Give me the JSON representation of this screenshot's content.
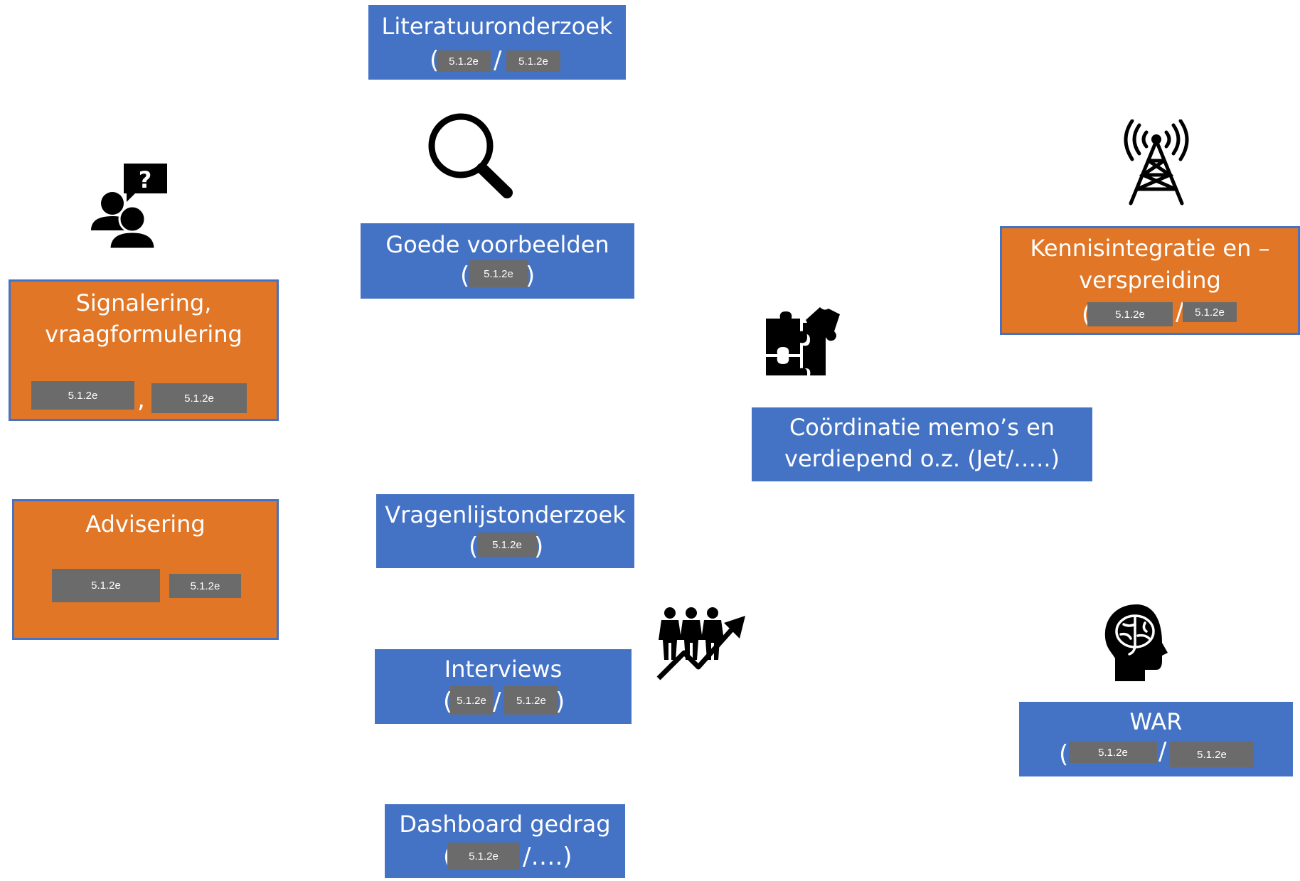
{
  "redaction": "5.1.2e",
  "boxes": {
    "literatuur": {
      "title": "Literatuuronderzoek",
      "open": "(",
      "sep": "/"
    },
    "goede": {
      "title": "Goede voorbeelden",
      "open": "(",
      "close": ")"
    },
    "signalering": {
      "line1": "Signalering,",
      "line2": "vraagformulering",
      "sep": ","
    },
    "advisering": {
      "title": "Advisering"
    },
    "kennis": {
      "line1": "Kennisintegratie en –",
      "line2": "verspreiding",
      "open": "(",
      "sep": "/"
    },
    "coordinatie": {
      "line1": "Coördinatie memo’s en",
      "line2": "verdiepend o.z. (Jet/…..)"
    },
    "vragenlijst": {
      "title": "Vragenlijstonderzoek",
      "open": "(",
      "close": ")"
    },
    "interviews": {
      "title": "Interviews",
      "open": "(",
      "sep": "/",
      "close": ")"
    },
    "dashboard": {
      "title": "Dashboard gedrag",
      "open": "(",
      "tail": "/….)"
    },
    "war": {
      "title": "WAR",
      "open": "(",
      "sep": "/"
    }
  },
  "icons": [
    "search-icon",
    "people-question-icon",
    "antenna-tower-icon",
    "puzzle-icon",
    "team-growth-icon",
    "brain-head-icon"
  ],
  "colors": {
    "blue": "#4472c4",
    "orange": "#e07626",
    "redaction": "#6b6b6b"
  }
}
